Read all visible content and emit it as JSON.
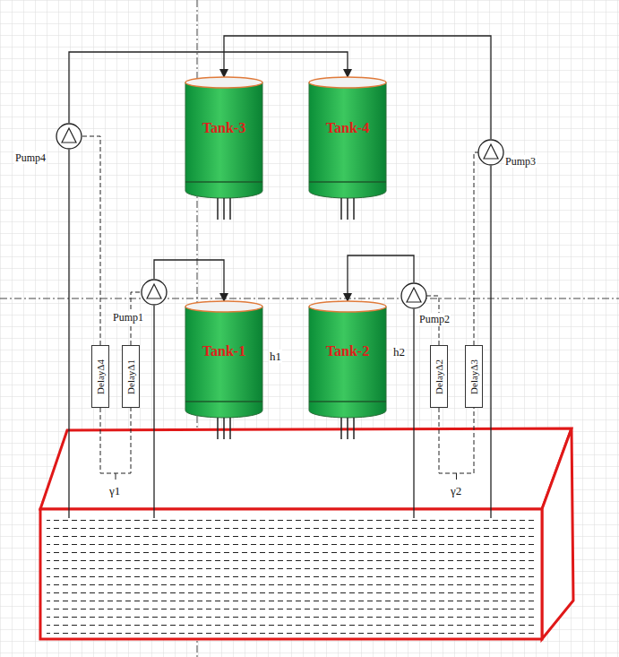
{
  "diagram": {
    "nodes": [
      {
        "text": [
          "Tank-3"
        ]
      },
      {
        "text": [
          "Tank-4"
        ]
      },
      {
        "text": [
          "Pump4"
        ]
      },
      {
        "text": [
          "Pump3"
        ]
      },
      {
        "text": [
          "Pump1"
        ]
      },
      {
        "text": [
          "Tank-1"
        ]
      },
      {
        "text": [
          "Tank-2"
        ]
      },
      {
        "text": [
          "Pump2"
        ]
      },
      {
        "text": [
          "DelayΔ4"
        ]
      },
      {
        "text": [
          "DelayΔ1"
        ]
      },
      {
        "text": [
          "DelayΔ2"
        ]
      },
      {
        "text": [
          "DelayΔ3"
        ]
      }
    ],
    "edges": [
      {
        "from": 2,
        "to": 1,
        "arrow": "to"
      },
      {
        "from": 3,
        "to": 0,
        "arrow": "to"
      },
      {
        "from": 4,
        "to": 5,
        "arrow": "to"
      },
      {
        "from": 7,
        "to": 6,
        "arrow": "to"
      },
      {
        "from": 8,
        "to": 2,
        "arrow": "none"
      },
      {
        "from": 9,
        "to": 4,
        "arrow": "none"
      },
      {
        "from": 10,
        "to": 7,
        "arrow": "none"
      },
      {
        "from": 11,
        "to": 3,
        "arrow": "none"
      }
    ],
    "labels": [
      "h1",
      "h2",
      "γ1",
      "γ2"
    ]
  }
}
